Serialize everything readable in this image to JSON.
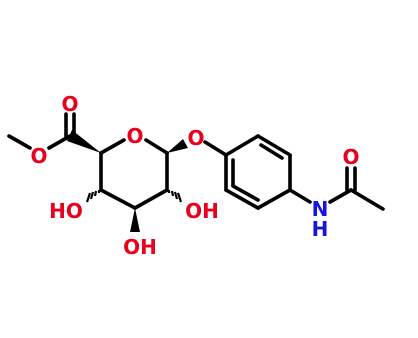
{
  "molecule": {
    "colors": {
      "bond": "#000000",
      "oxygen": "#e8001c",
      "nitrogen": "#1414e6"
    },
    "atoms": {
      "o_carbonyl_ester": "O",
      "o_methoxy": "O",
      "o_ring": "O",
      "o_glycosidic": "O",
      "ho_left": "HO",
      "oh_right": "OH",
      "oh_bottom": "OH",
      "o_amide": "O",
      "n_amide": "N",
      "h_amide": "H"
    }
  }
}
